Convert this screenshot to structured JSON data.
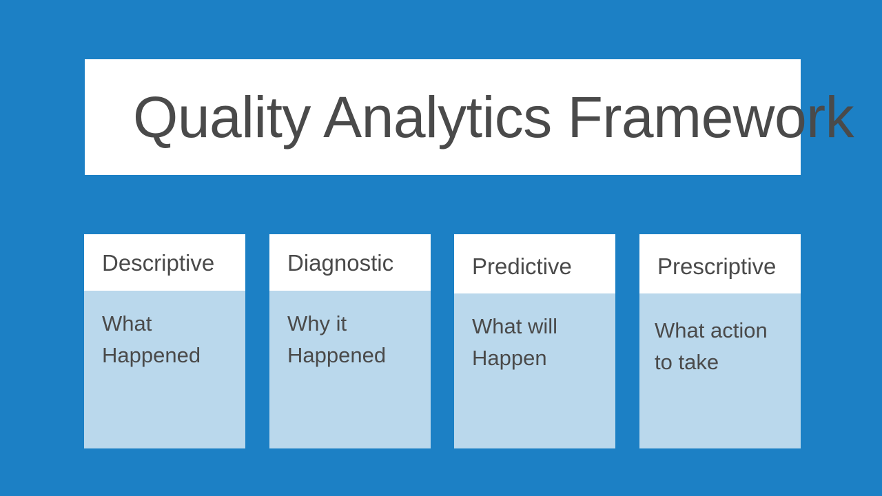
{
  "slide": {
    "background_color": "#1c80c5",
    "title": "Quality Analytics Framework",
    "title_box_color": "#ffffff",
    "text_color": "#4a4a4a",
    "card_header_color": "#ffffff",
    "card_body_color": "#bad8ec",
    "cards": [
      {
        "header": "Descriptive",
        "body": "What\nHappened"
      },
      {
        "header": "Diagnostic",
        "body": "Why it\nHappened"
      },
      {
        "header": "Predictive",
        "body": "What will\nHappen"
      },
      {
        "header": "Prescriptive",
        "body": "What action\nto take"
      }
    ]
  }
}
